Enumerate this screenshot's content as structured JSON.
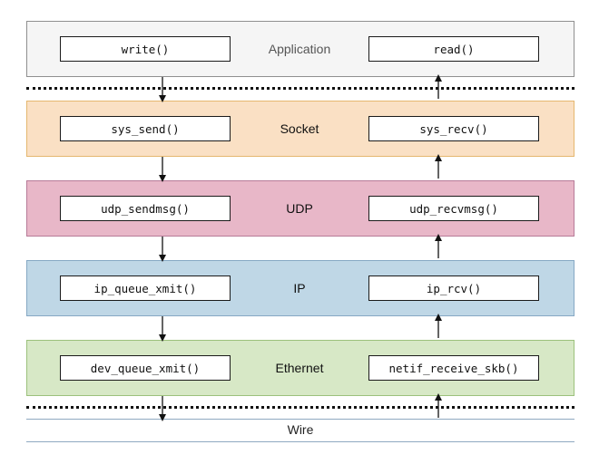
{
  "layers": [
    {
      "name": "Application",
      "send": "write()",
      "recv": "read()"
    },
    {
      "name": "Socket",
      "send": "sys_send()",
      "recv": "sys_recv()"
    },
    {
      "name": "UDP",
      "send": "udp_sendmsg()",
      "recv": "udp_recvmsg()"
    },
    {
      "name": "IP",
      "send": "ip_queue_xmit()",
      "recv": "ip_rcv()"
    },
    {
      "name": "Ethernet",
      "send": "dev_queue_xmit()",
      "recv": "netif_receive_skb()"
    }
  ],
  "wire": {
    "label": "Wire"
  },
  "colors": {
    "application": "#f5f5f5",
    "socket": "#fae0c4",
    "udp": "#e8b7c8",
    "ip": "#bfd7e6",
    "ethernet": "#d7e8c6"
  }
}
